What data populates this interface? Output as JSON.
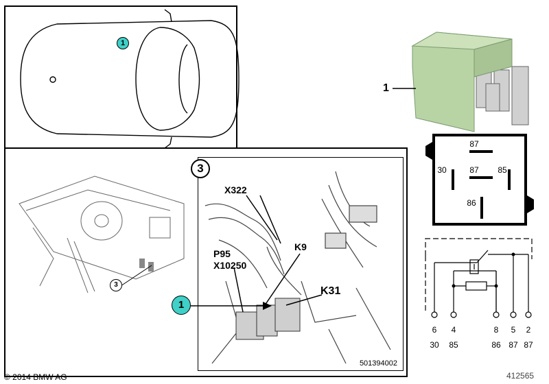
{
  "car_panel": {
    "callout": "1"
  },
  "detail_panel": {
    "view_number": "3",
    "location_callout": "3",
    "callout": "1",
    "labels": {
      "x322": "X322",
      "p95": "P95",
      "x10250": "X10250",
      "k9": "K9",
      "k31": "K31"
    },
    "image_ref": "501394002"
  },
  "relay": {
    "part_label": "1",
    "body_color": "#b9d4a4",
    "pin_labels": {
      "top": "87",
      "center": "87",
      "left": "30",
      "right": "85",
      "bottom": "86"
    }
  },
  "schematic": {
    "pins_row1": [
      "6",
      "4",
      "8",
      "5",
      "2"
    ],
    "pins_row2": [
      "30",
      "85",
      "86",
      "87",
      "87"
    ]
  },
  "footer": {
    "copyright": "© 2014 BMW AG",
    "diagram_id": "412565"
  },
  "colors": {
    "callout": "#3fd0c8"
  }
}
